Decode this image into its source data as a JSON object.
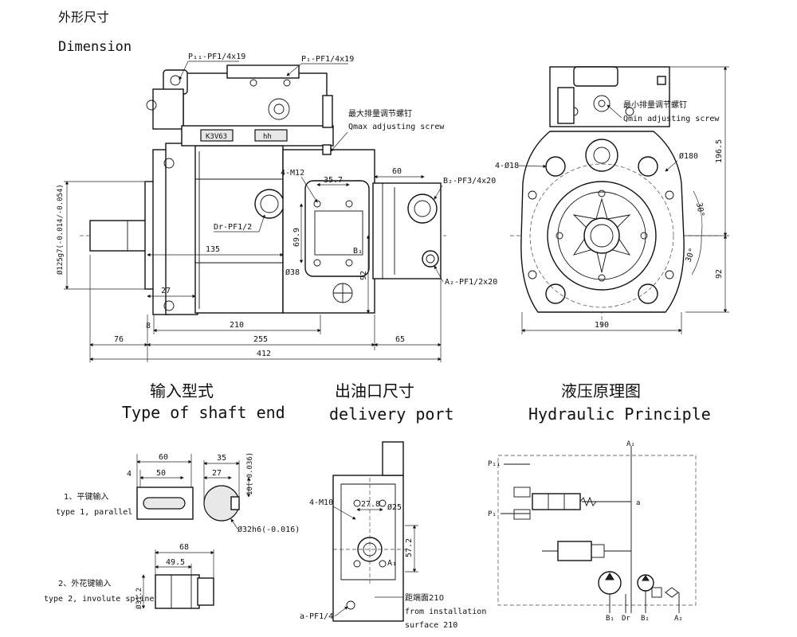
{
  "header": {
    "title_cn": "外形尺寸",
    "title_en": "Dimension"
  },
  "main_view": {
    "port_px1": "P₁₁-PF1/4x19",
    "port_p1": "P₁-PF1/4x19",
    "qmax_cn": "最大排量调节螺钉",
    "qmax_en": "Qmax adjusting screw",
    "nameplate": "K3V63",
    "logo": "hh",
    "m12": "4-M12",
    "dim_35_7": "35.7",
    "dim_60": "60",
    "port_b2": "B₂-PF3/4x20",
    "dia_125": "Ø125g7(-0.014/-0.054)",
    "drain": "Dr-PF1/2",
    "dim_135": "135",
    "dim_69_9": "69.9",
    "b1": "B₁",
    "dia_38": "Ø38",
    "dim_92": "92",
    "port_a2": "A₂-PF1/2x20",
    "dim_27": "27",
    "dim_8": "8",
    "dim_210": "210",
    "dim_76": "76",
    "dim_255": "255",
    "dim_65": "65",
    "dim_412": "412"
  },
  "side_view": {
    "qmin_cn": "最小排量调节螺钉",
    "qmin_en": "Qmin adjusting screw",
    "holes": "4-Ø18",
    "dia_180": "Ø180",
    "dim_196_5": "196.5",
    "angle_30a": "30°",
    "angle_30b": "30°",
    "dim_92": "92",
    "dim_190": "190"
  },
  "shaft_end": {
    "title_cn": "输入型式",
    "title_en": "Type of shaft end",
    "type1_cn": "1、平键输入",
    "type1_en": "type 1, parallel key",
    "dim_60": "60",
    "dim_4": "4",
    "dim_50": "50",
    "dim_35": "35",
    "dim_27": "27",
    "key_width": "10(-0.036)",
    "dia_32": "Ø32h6(-0.016)",
    "type2_cn": "2、外花键输入",
    "type2_en": "type 2, involute spline",
    "dim_68": "68",
    "dim_49_5": "49.5",
    "dia_31_2": "Ø31.2"
  },
  "delivery_port": {
    "title_cn": "出油口尺寸",
    "title_en": "delivery port",
    "m10": "4-M10",
    "dim_27_8": "27.8",
    "dia_25": "Ø25",
    "dim_57_2": "57.2",
    "a1": "A₁",
    "face_cn": "距端面210",
    "face_en1": "from installation",
    "face_en2": "surface 210",
    "port_a": "a-PF1/4"
  },
  "hydraulic": {
    "title_cn": "液压原理图",
    "title_en": "Hydraulic  Principle",
    "a1": "A₁",
    "px1": "P₁₁",
    "p1": "P₁",
    "a": "a",
    "b1": "B₁",
    "dr": "Dr",
    "b2": "B₂",
    "a2": "A₂"
  }
}
